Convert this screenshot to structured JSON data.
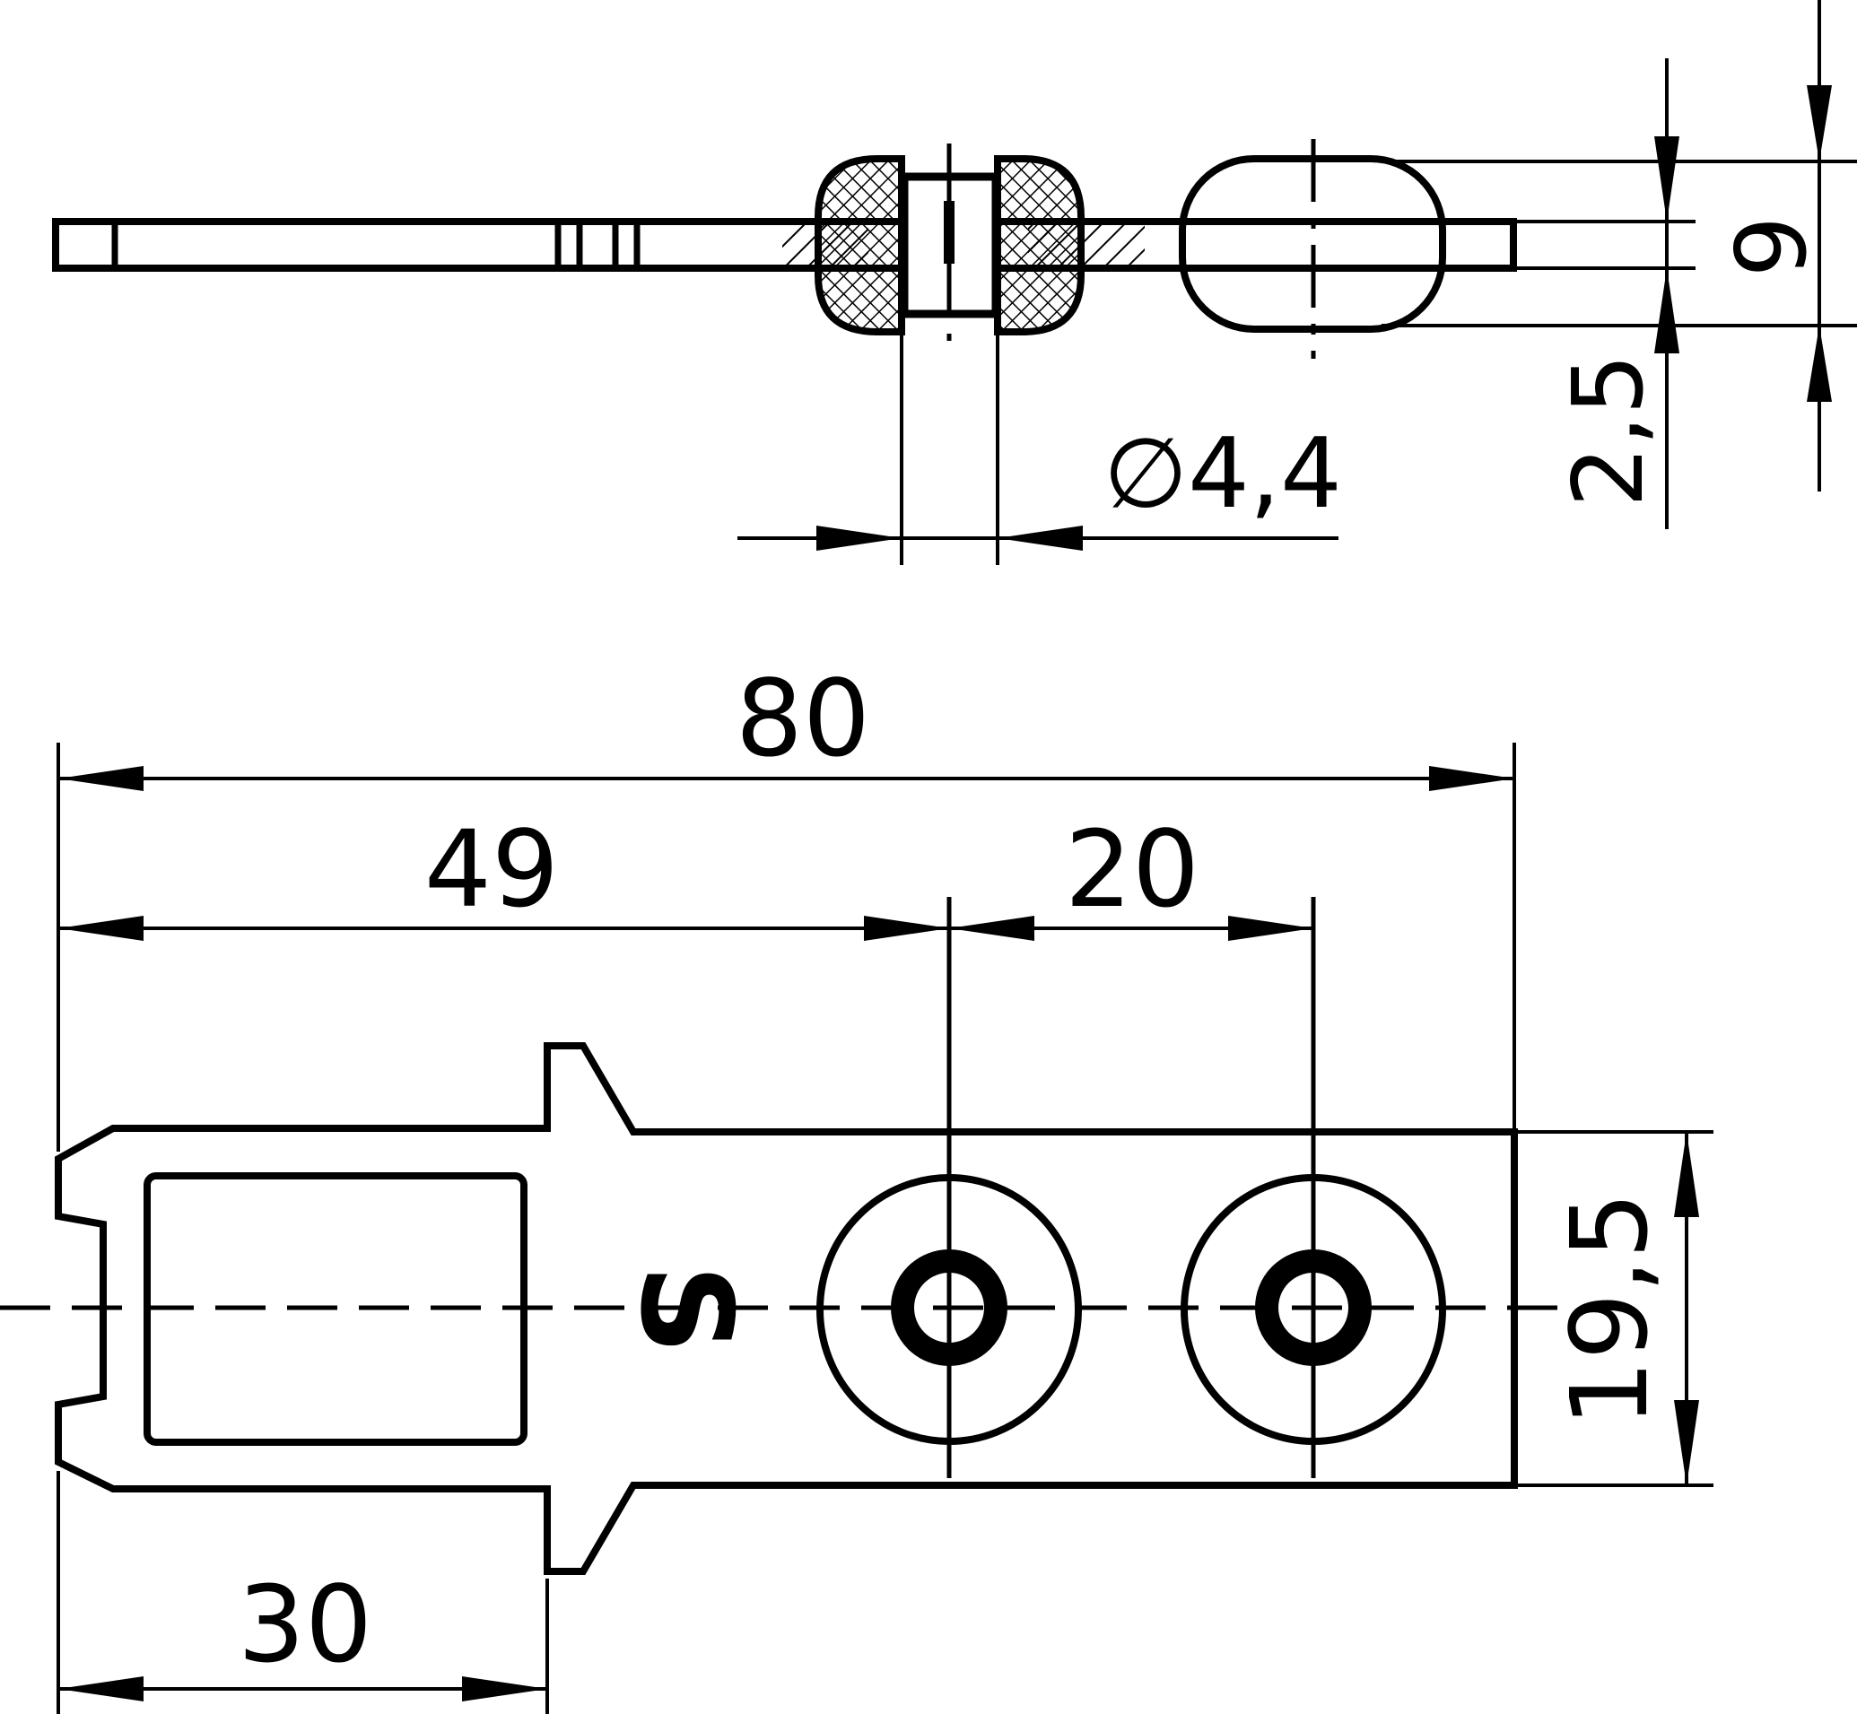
{
  "colors": {
    "background": "#ffffff",
    "ink": "#000000"
  },
  "dimensions": {
    "total_length": "80",
    "to_first_hole": "49",
    "hole_spacing": "20",
    "slot_length": "30",
    "width": "19,5",
    "height": "9",
    "thickness": "2,5",
    "hole_diameter": "∅4,4"
  },
  "marking": "S"
}
